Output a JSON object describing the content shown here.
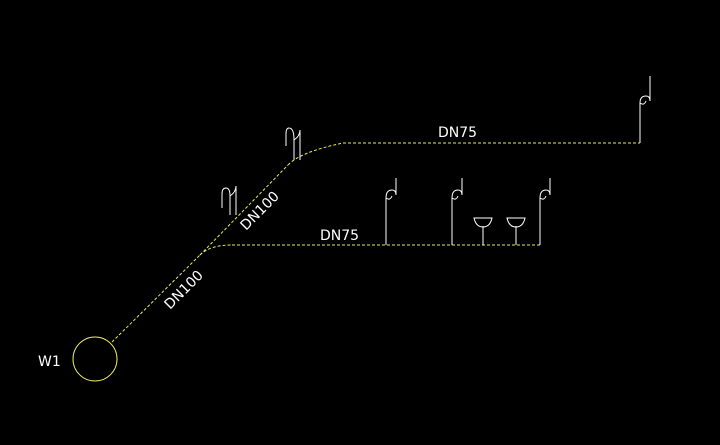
{
  "drawing": {
    "background": "#000000",
    "pipe_color": "#e8e860",
    "fixture_color": "#ffffff",
    "text_color": "#ffffff",
    "outlet_label": "W1",
    "labels": {
      "upper_branch": "DN75",
      "lower_branch": "DN75",
      "riser_upper": "DN100",
      "riser_lower": "DN100"
    },
    "symbols": {
      "outlet": "circle-outlet",
      "trap": "s-trap-icon",
      "floor_drain": "floor-drain-icon"
    }
  }
}
